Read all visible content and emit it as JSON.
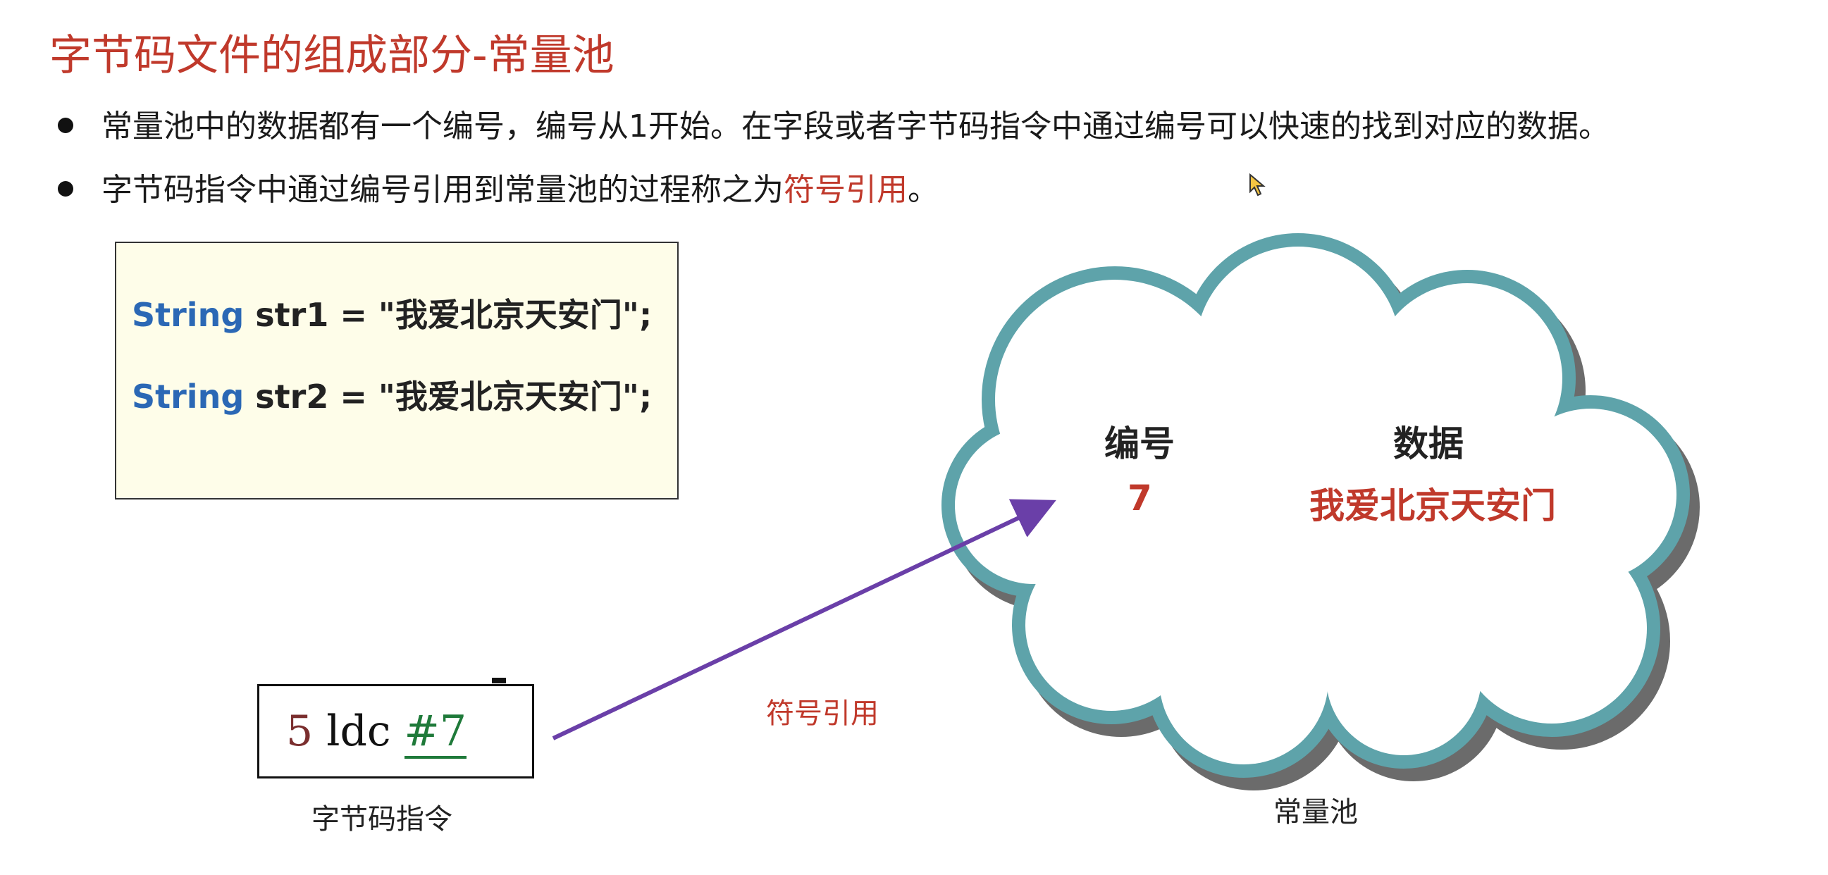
{
  "title": "字节码文件的组成部分-常量池",
  "bullets": [
    {
      "text": "常量池中的数据都有一个编号，编号从1开始。在字段或者字节码指令中通过编号可以快速的找到对应的数据。"
    },
    {
      "text_before": "字节码指令中通过编号引用到常量池的过程称之为",
      "highlight": "符号引用",
      "text_after": "。"
    }
  ],
  "code": {
    "lines": [
      {
        "keyword": "String",
        "rest": " str1 = \"我爱北京天安门\";"
      },
      {
        "keyword": "String",
        "rest": " str2 = \"我爱北京天安门\";"
      }
    ]
  },
  "instruction": {
    "index": "5",
    "opcode": "ldc",
    "ref": "#7",
    "caption": "字节码指令"
  },
  "arrow_label": "符号引用",
  "cloud": {
    "col1_header": "编号",
    "col2_header": "数据",
    "number": "7",
    "data": "我爱北京天安门",
    "caption": "常量池"
  },
  "colors": {
    "title": "#c0392b",
    "highlight": "#c0392b",
    "keyword": "#2b68b5",
    "code_bg": "#fefde9",
    "cloud_stroke": "#5ea3aa",
    "cloud_shadow": "#6b6b6b",
    "arrow": "#6a3fa8",
    "ref_green": "#1f7a3a"
  }
}
